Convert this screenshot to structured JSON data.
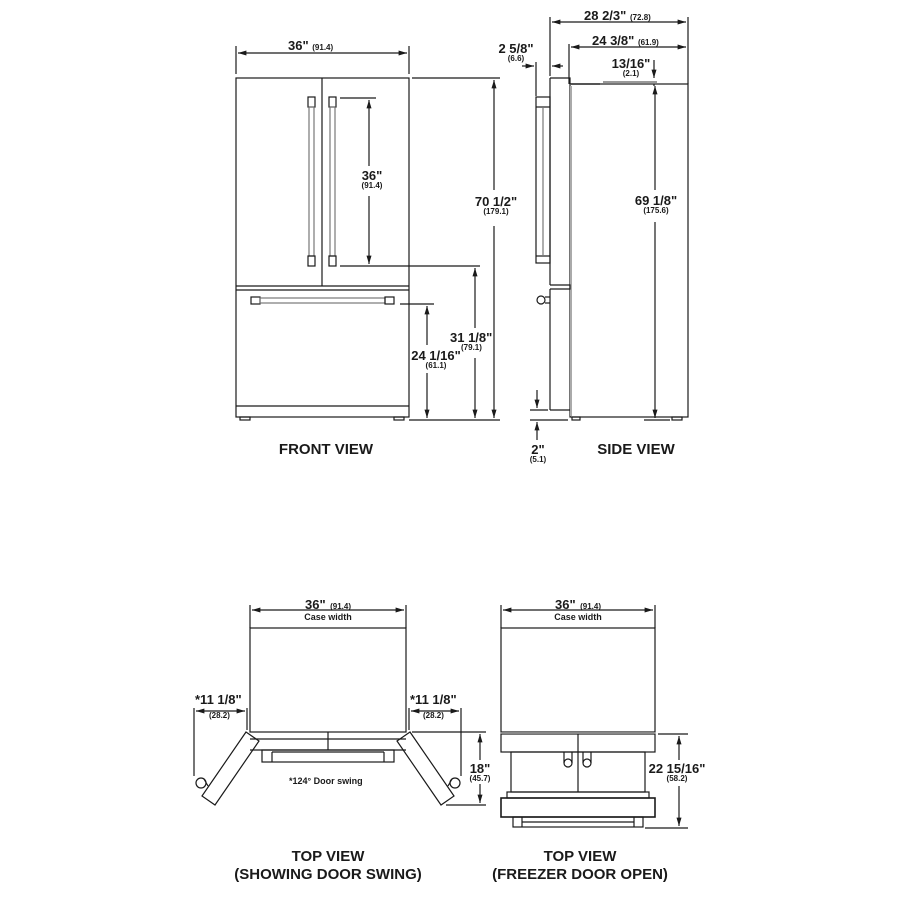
{
  "front_view": {
    "title": "FRONT VIEW",
    "width": {
      "in": "36\"",
      "cm": "(91.4)"
    },
    "handle_height": {
      "in": "36\"",
      "cm": "(91.4)"
    },
    "total_height": {
      "in": "70 1/2\"",
      "cm": "(179.1)"
    },
    "door_bottom_height": {
      "in": "31 1/8\"",
      "cm": "(79.1)"
    },
    "freezer_handle_height": {
      "in": "24 1/16\"",
      "cm": "(61.1)"
    }
  },
  "side_view": {
    "title": "SIDE VIEW",
    "total_depth": {
      "in": "28 2/3\"",
      "cm": "(72.8)"
    },
    "case_depth": {
      "in": "24 3/8\"",
      "cm": "(61.9)"
    },
    "handle_depth": {
      "in": "2 5/8\"",
      "cm": "(6.6)"
    },
    "hinge_cap": {
      "in": "13/16\"",
      "cm": "(2.1)"
    },
    "case_height": {
      "in": "69 1/8\"",
      "cm": "(175.6)"
    },
    "bottom_clearance": {
      "in": "2\"",
      "cm": "(5.1)"
    }
  },
  "top_view_door_swing": {
    "title_line1": "TOP VIEW",
    "title_line2": "(SHOWING DOOR SWING)",
    "width": {
      "in": "36\"",
      "cm": "(91.4)",
      "note": "Case width"
    },
    "left_door": {
      "in": "*11 1/8\"",
      "cm": "(28.2)"
    },
    "right_door": {
      "in": "*11 1/8\"",
      "cm": "(28.2)"
    },
    "depth": {
      "in": "18\"",
      "cm": "(45.7)"
    },
    "swing_note": "*124° Door swing"
  },
  "top_view_freezer_open": {
    "title_line1": "TOP VIEW",
    "title_line2": "(FREEZER DOOR OPEN)",
    "width": {
      "in": "36\"",
      "cm": "(91.4)",
      "note": "Case width"
    },
    "depth": {
      "in": "22 15/16\"",
      "cm": "(58.2)"
    }
  },
  "colors": {
    "line": "#1a1a1a",
    "gray": "#9a9a9a",
    "background": "#ffffff"
  }
}
